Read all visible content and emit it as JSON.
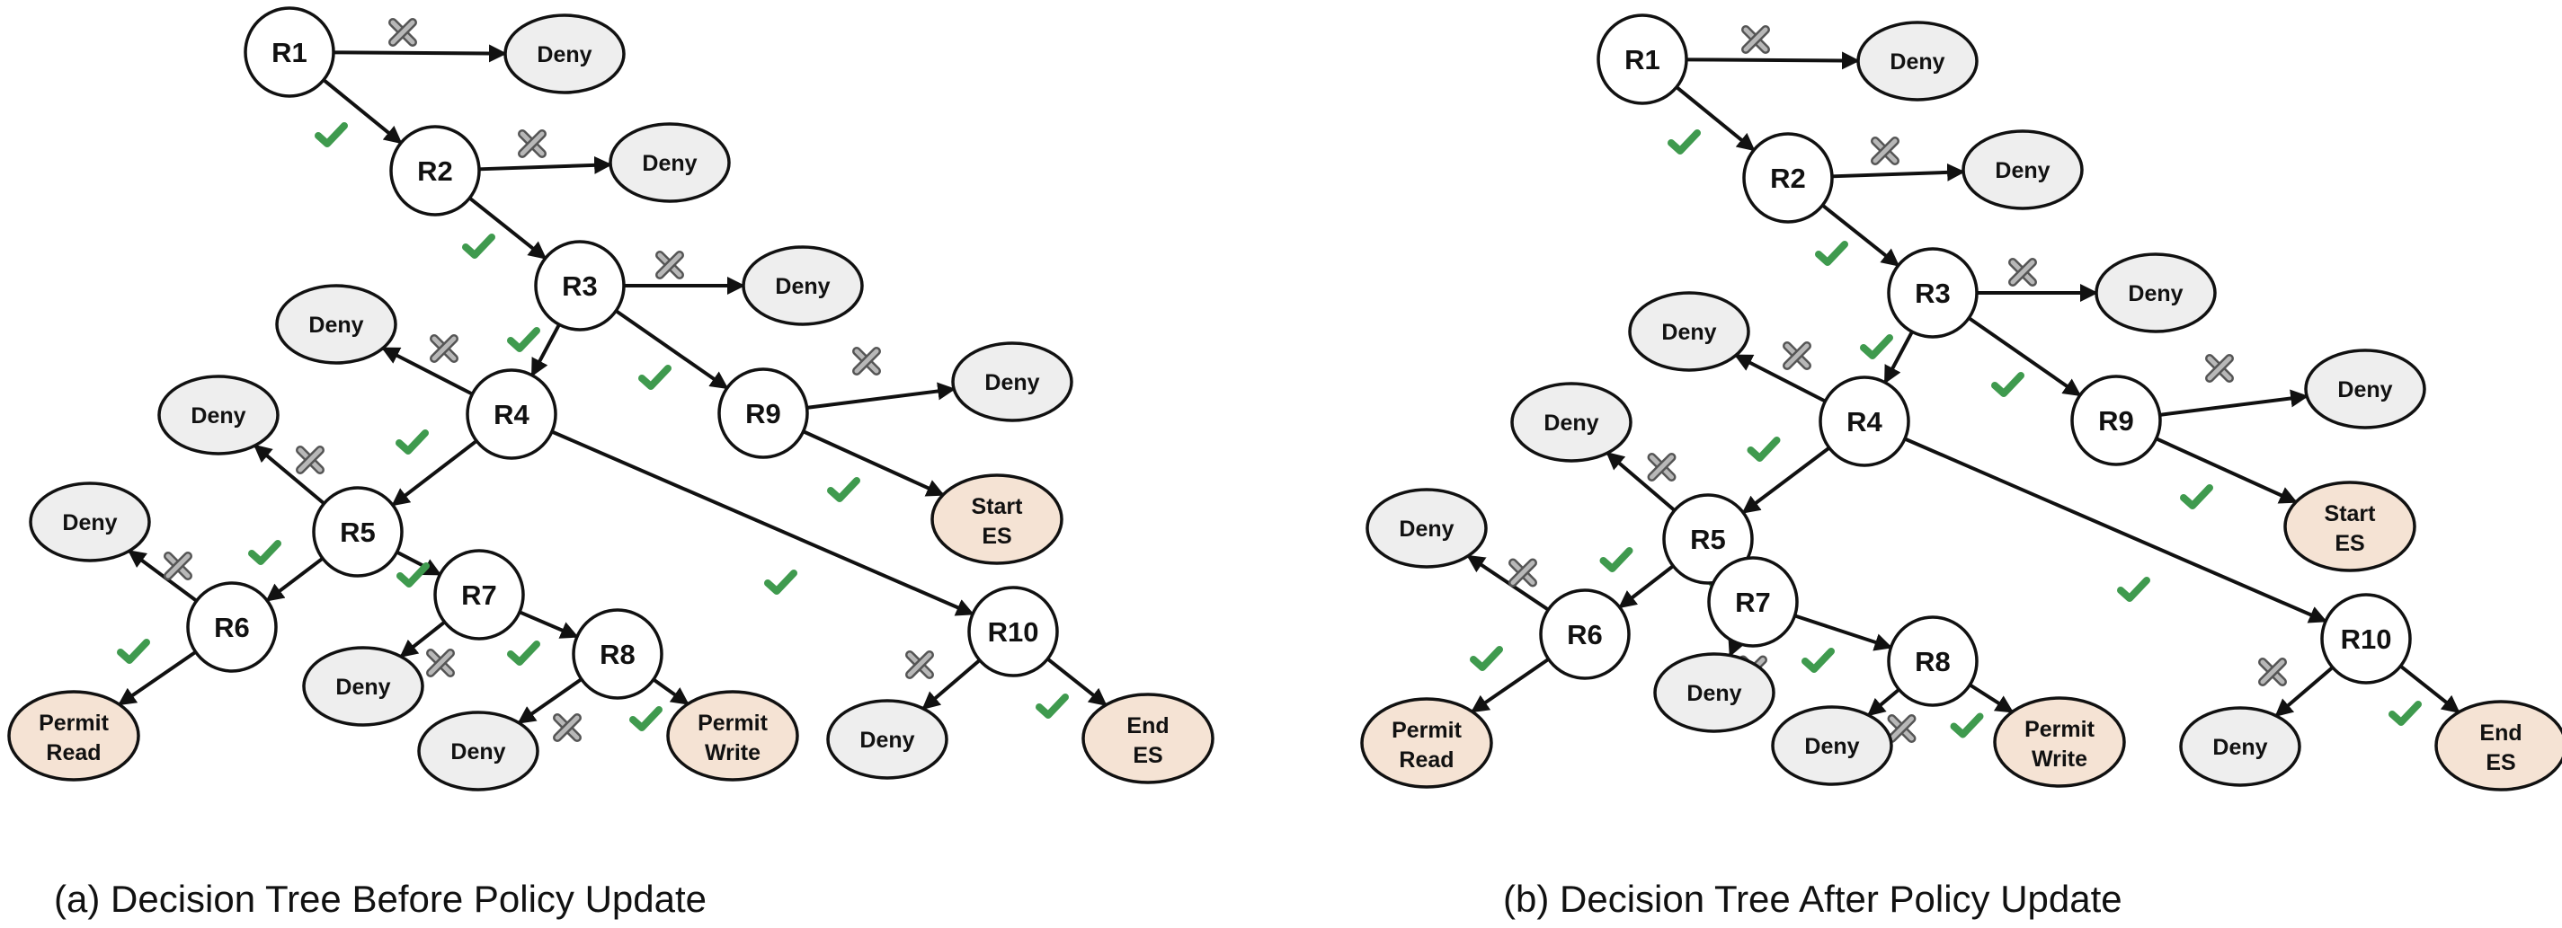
{
  "captions": {
    "a": "(a) Decision Tree Before Policy Update",
    "b": "(b) Decision Tree After Policy Update"
  },
  "labels": {
    "r1": "R1",
    "r2": "R2",
    "r3": "R3",
    "r4": "R4",
    "r5": "R5",
    "r6": "R6",
    "r7": "R7",
    "r8": "R8",
    "r9": "R9",
    "r10": "R10",
    "deny": "Deny",
    "permit": "Permit",
    "read": "Read",
    "write": "Write",
    "start": "Start",
    "end": "End",
    "es": "ES"
  },
  "colors": {
    "rule_fill": "#ffffff",
    "deny_fill": "#eeeeee",
    "action_fill": "#f5e3d4",
    "check": "#3f9a4e",
    "cross": "#8c8c8c"
  },
  "edge_markers": {
    "pass": "check-icon",
    "fail": "cross-icon"
  }
}
